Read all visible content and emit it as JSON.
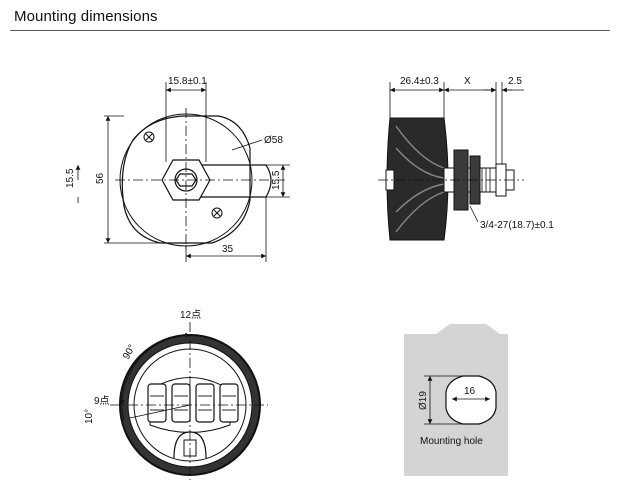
{
  "header": {
    "title": "Mounting dimensions"
  },
  "front_view": {
    "dim_width": "15.8±0.1",
    "dim_diameter": "Ø58",
    "dim_left_small": "15.5",
    "dim_height": "56",
    "dim_right_small": "15.5",
    "dim_bottom": "35"
  },
  "side_view": {
    "dim_body": "26.4±0.3",
    "dim_x": "X",
    "dim_cam": "2.5",
    "dim_thread": "3/4-27(18.7)±0.1"
  },
  "dial_view": {
    "label_12": "12点",
    "label_9": "9点",
    "angle_90": "90°",
    "angle_10": "10°"
  },
  "mounting_hole": {
    "dim_diameter": "Ø19",
    "dim_width": "16",
    "caption": "Mounting hole"
  },
  "colors": {
    "line": "#111111",
    "panel": "#d4d4d4",
    "body_dark": "#2a2a2a"
  }
}
